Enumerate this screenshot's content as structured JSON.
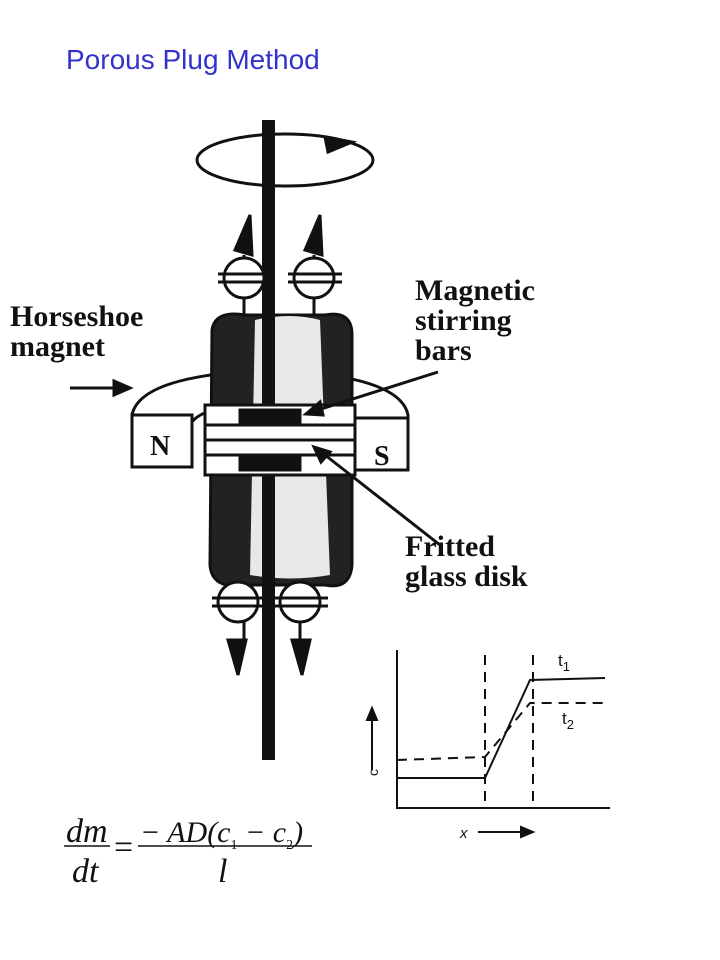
{
  "page": {
    "title": "Porous Plug Method"
  },
  "apparatus": {
    "labels": {
      "horseshoe": [
        "Horseshoe",
        "magnet"
      ],
      "stirring": [
        "Magnetic",
        "stirring",
        "bars"
      ],
      "fritted": [
        "Fritted",
        "glass disk"
      ],
      "pole_north": "N",
      "pole_south": "S"
    }
  },
  "graph": {
    "y_axis": "c",
    "x_axis": "x",
    "t1": "t",
    "t1_sub": "1",
    "t2": "t",
    "t2_sub": "2"
  },
  "equation": {
    "numerator_left": "dm",
    "denominator_left": "dt",
    "equals": "=",
    "numerator_right": "− AD(c",
    "sub1": "1",
    "minus": " − c",
    "sub2": "2",
    "close": ")",
    "denominator_right": "l"
  }
}
